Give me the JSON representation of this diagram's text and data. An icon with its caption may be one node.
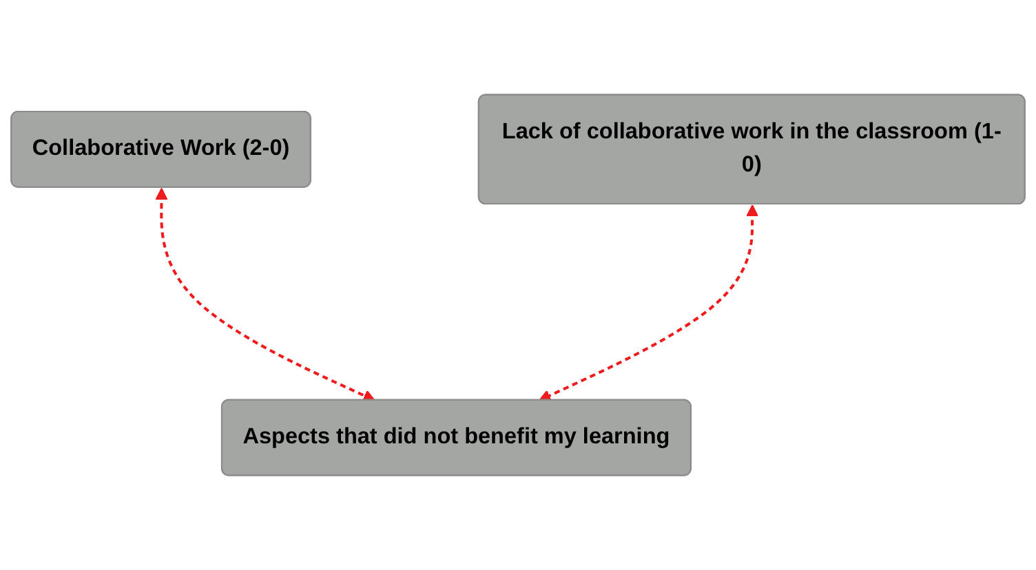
{
  "diagram": {
    "nodes": [
      {
        "text": [
          "Collaborative Work (2-0)"
        ]
      },
      {
        "text": [
          "Lack of collaborative work in the classroom (1-0)"
        ]
      },
      {
        "text": [
          "Aspects that did not benefit my learning"
        ]
      }
    ],
    "edges": [
      {
        "from": 0,
        "to": 2,
        "arrow": "both",
        "style": "dashed",
        "color": "#ee1c1c"
      },
      {
        "from": 1,
        "to": 2,
        "arrow": "both",
        "style": "dashed",
        "color": "#ee1c1c"
      }
    ]
  }
}
